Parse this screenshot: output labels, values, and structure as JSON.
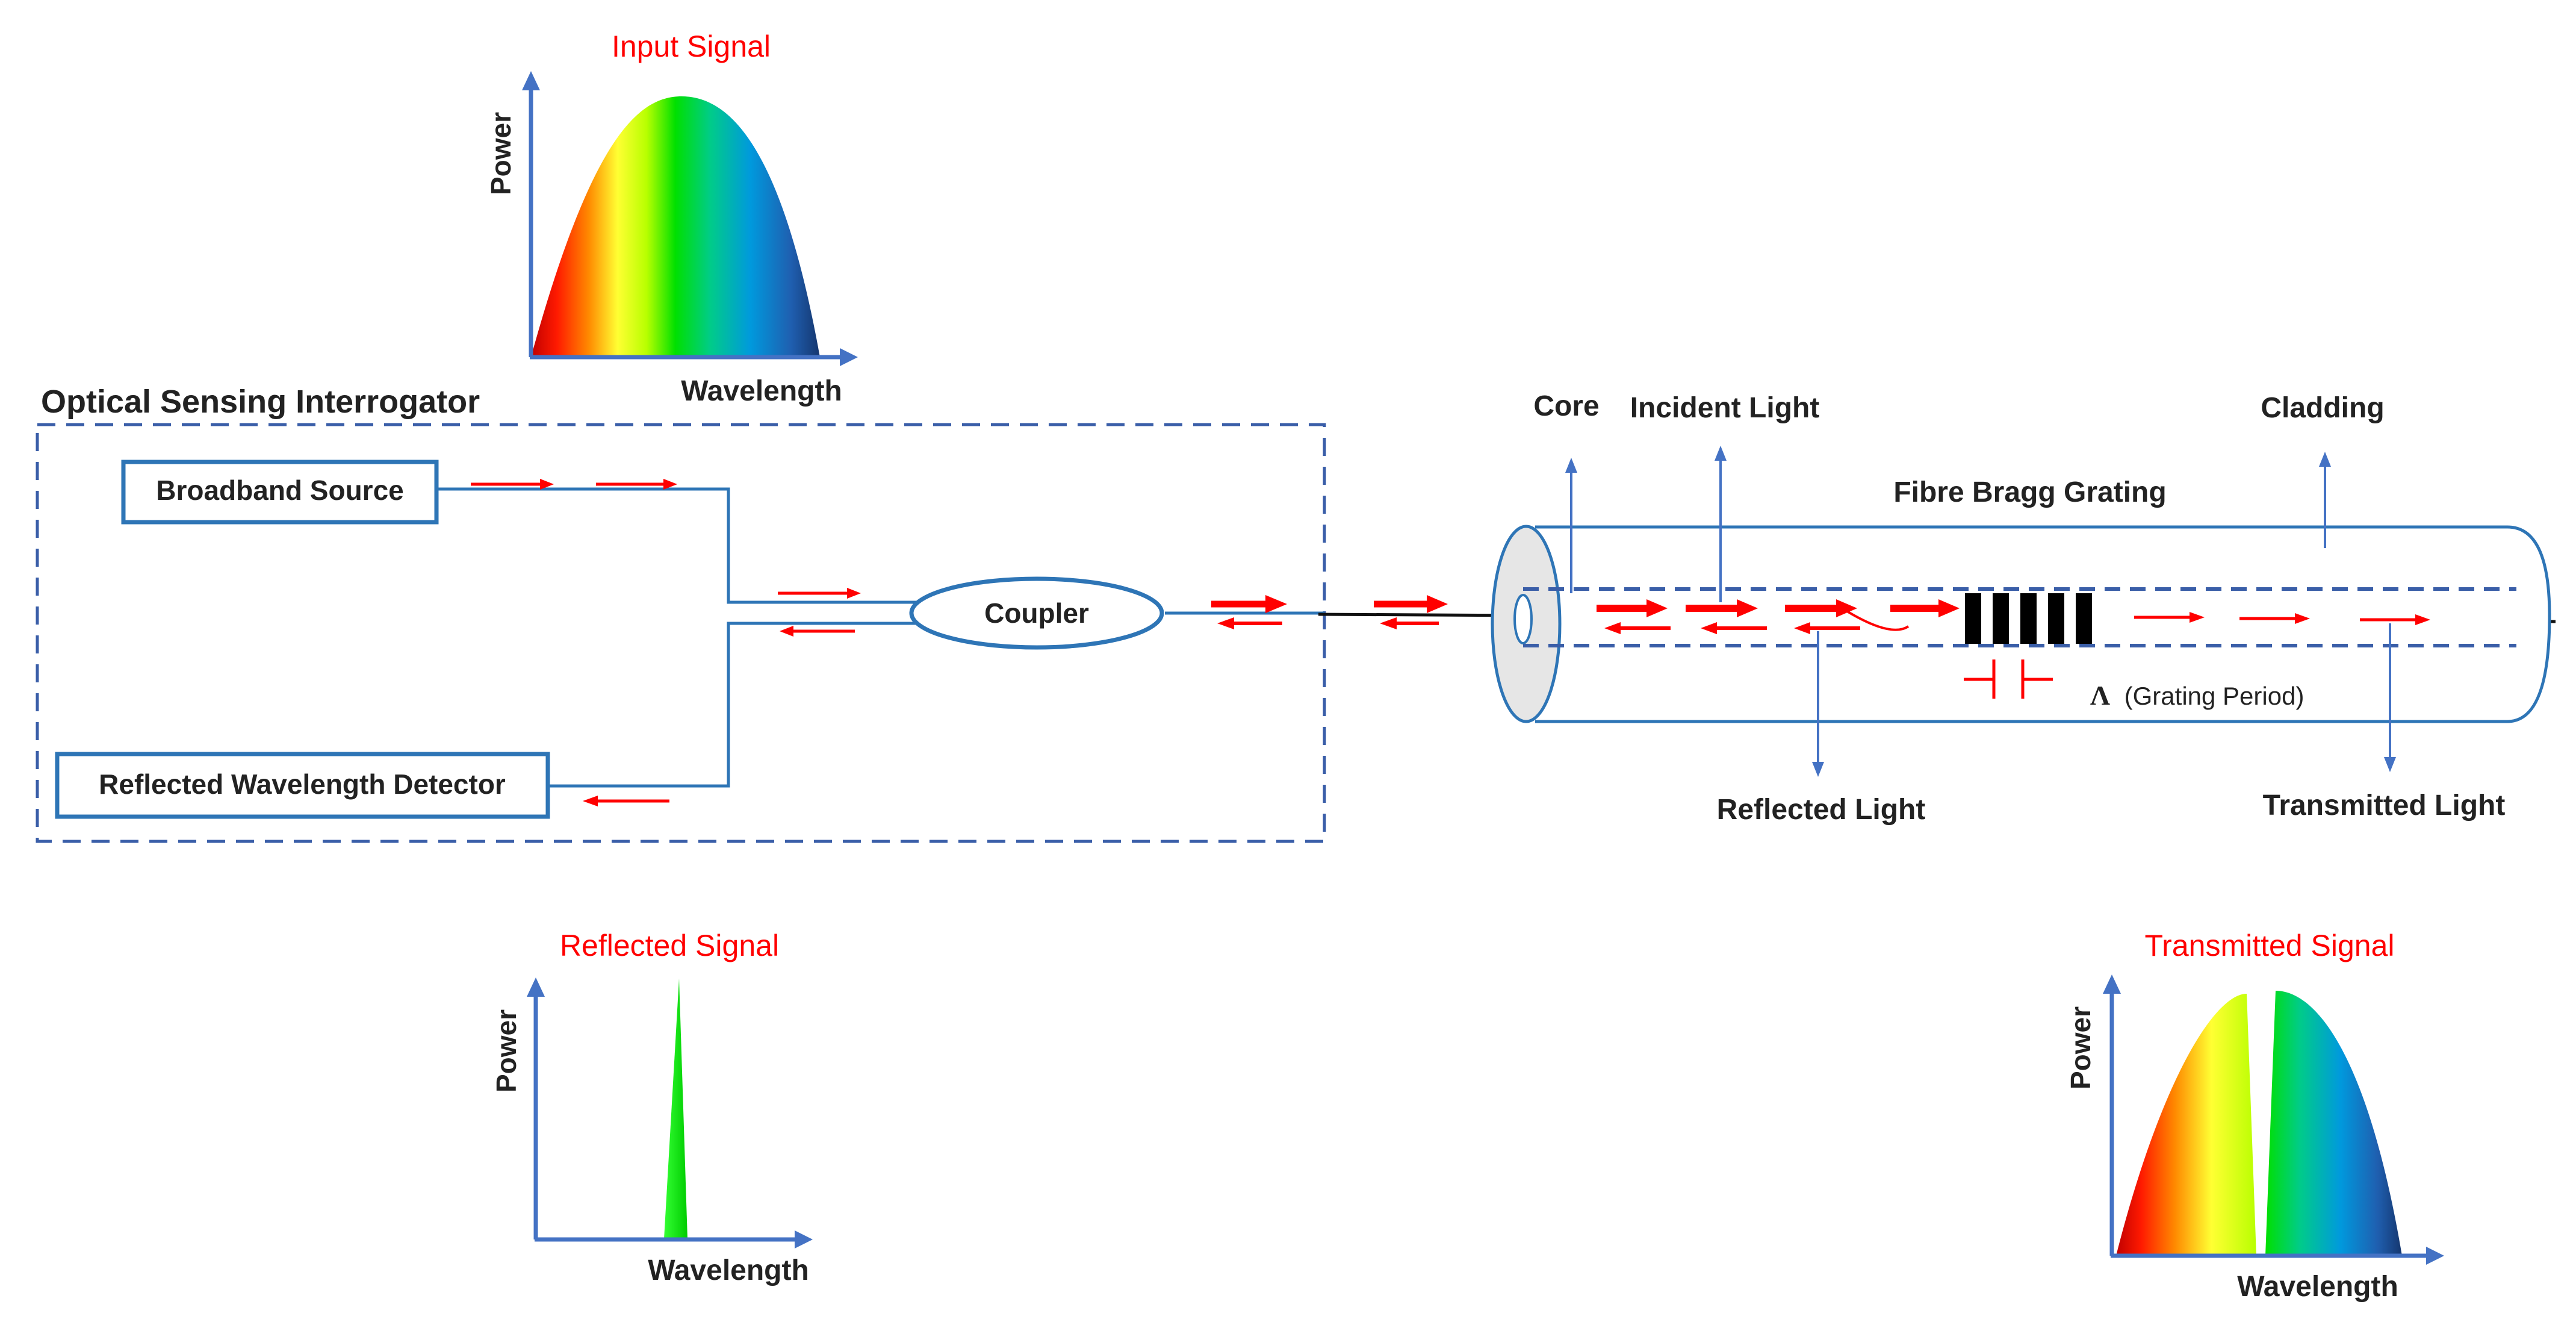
{
  "charts": {
    "input": {
      "title": "Input Signal",
      "ylabel": "Power",
      "xlabel": "Wavelength"
    },
    "reflected": {
      "title": "Reflected Signal",
      "ylabel": "Power",
      "xlabel": "Wavelength"
    },
    "transmitted": {
      "title": "Transmitted Signal",
      "ylabel": "Power",
      "xlabel": "Wavelength"
    }
  },
  "interrogator": {
    "title": "Optical Sensing Interrogator",
    "source": "Broadband  Source",
    "detector": "Reflected Wavelength Detector",
    "coupler": "Coupler"
  },
  "fibre": {
    "title": "Fibre Bragg Grating",
    "core": "Core",
    "incident": "Incident Light",
    "cladding": "Cladding",
    "reflected": "Reflected Light",
    "transmitted": "Transmitted Light",
    "lambda_symbol": "Λ",
    "grating_period": "(Grating Period)"
  },
  "colors": {
    "accent_red": "#ff0000",
    "line_blue": "#2e75b6",
    "axis_blue": "#4472c4",
    "dash_blue": "#3a5ea8"
  }
}
